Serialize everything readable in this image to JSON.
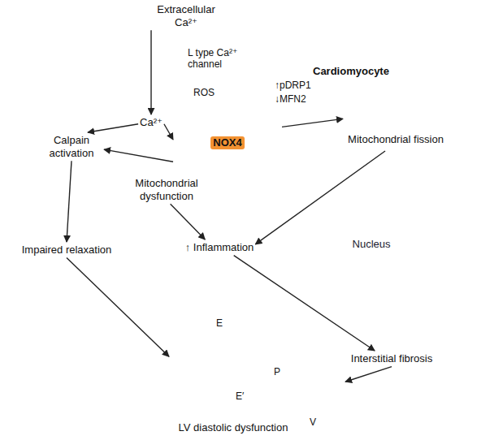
{
  "diagram": {
    "nodes": [
      {
        "text": [
          "Extracellular Ca²⁺"
        ]
      },
      {
        "text": [
          "Cardiomyocyte"
        ]
      },
      {
        "text": [
          "Ca²⁺"
        ],
        "in": 1
      },
      {
        "text": [
          "Calpain activation"
        ],
        "in": 1
      },
      {
        "text": [
          "NOX4"
        ],
        "in": 1
      },
      {
        "text": [
          "Mitochondrial dysfunction"
        ],
        "in": 1
      },
      {
        "text": [
          "Mitochondrial fission"
        ],
        "in": 1
      },
      {
        "text": [
          "Nucleus"
        ],
        "in": 1
      },
      {
        "text": [
          "Impaired relaxation"
        ],
        "in": 1
      },
      {
        "text": [
          "↑ Inflammation"
        ],
        "in": 1
      },
      {
        "text": [
          "Interstitial fibrosis"
        ]
      },
      {
        "text": [
          "LV diastolic dysfunction"
        ]
      }
    ],
    "edges": [
      {
        "from": 0,
        "to": 2,
        "arrow": "to"
      },
      {
        "from": 2,
        "to": 3,
        "arrow": "to"
      },
      {
        "from": 2,
        "to": 4,
        "arrow": "to"
      },
      {
        "from": 4,
        "to": 3,
        "arrow": "to"
      },
      {
        "from": 4,
        "to": 6,
        "arrow": "to"
      },
      {
        "from": 5,
        "to": 9,
        "arrow": "to"
      },
      {
        "from": 6,
        "to": 9,
        "arrow": "to"
      },
      {
        "from": 3,
        "to": 8,
        "arrow": "to"
      },
      {
        "from": 9,
        "to": 10,
        "arrow": "to"
      },
      {
        "from": 8,
        "to": 11,
        "arrow": "to"
      },
      {
        "from": 10,
        "to": 11,
        "arrow": "to"
      }
    ],
    "labels": [
      "L type Ca²⁺ channel",
      "ROS",
      "↑pDRP1",
      "↓MFN2",
      "E",
      "E′",
      "P",
      "V"
    ]
  }
}
